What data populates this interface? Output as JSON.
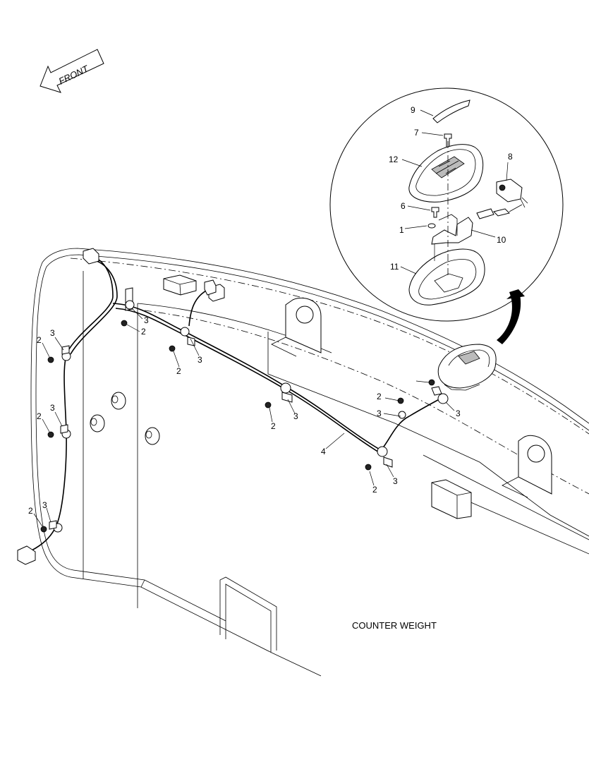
{
  "front_arrow_label": "FRONT",
  "caption": "COUNTER WEIGHT",
  "callouts": {
    "c1": "1",
    "c4": "4",
    "c6": "6",
    "c7": "7",
    "c8": "8",
    "c9": "9",
    "c10": "10",
    "c11": "11",
    "c12": "12",
    "c2a": "2",
    "c3a": "3",
    "c2b": "2",
    "c3b": "3",
    "c2c": "2",
    "c3c": "3",
    "c2d": "2",
    "c3d": "3",
    "c2e": "2",
    "c3e": "3",
    "c2f": "2",
    "c3f": "3",
    "c2g": "2",
    "c3g": "3",
    "c2h": "2",
    "c3h": "3",
    "c3i": "3"
  }
}
